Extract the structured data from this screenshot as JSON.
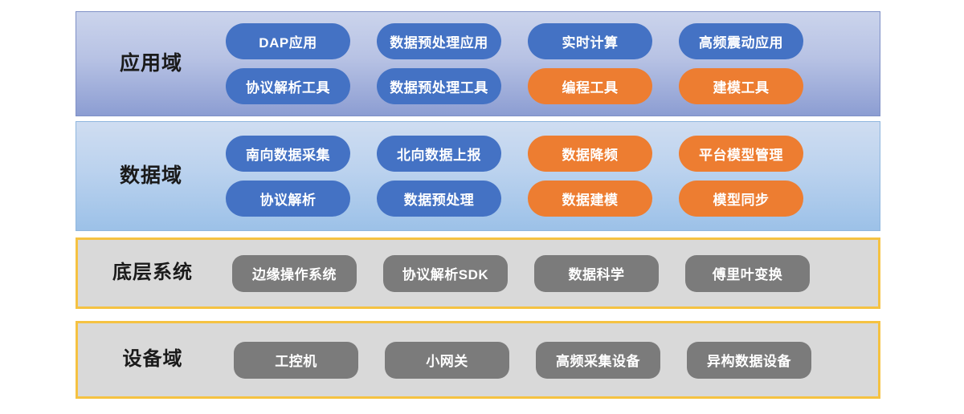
{
  "diagram": {
    "type": "layered-architecture",
    "background": "#FFFFFF",
    "colors": {
      "pill_blue": "#4472C4",
      "pill_orange": "#ED7D31",
      "pill_gray": "#7B7B7B",
      "band_app_top": "#CBD4EC",
      "band_app_bottom": "#8C9DD2",
      "band_data_top": "#CFDDF1",
      "band_data_bottom": "#9CC1E8",
      "band_gray_fill": "#D9D9D9",
      "band_gold_border": "#F5C242",
      "title_text": "#1A1A1A",
      "pill_text": "#FFFFFF"
    },
    "bands": [
      {
        "id": "application-domain",
        "title": "应用域",
        "rows": [
          [
            {
              "label": "DAP应用",
              "style": "blue"
            },
            {
              "label": "数据预处理应用",
              "style": "blue"
            },
            {
              "label": "实时计算",
              "style": "blue"
            },
            {
              "label": "高频震动应用",
              "style": "blue"
            }
          ],
          [
            {
              "label": "协议解析工具",
              "style": "blue"
            },
            {
              "label": "数据预处理工具",
              "style": "blue"
            },
            {
              "label": "编程工具",
              "style": "orange"
            },
            {
              "label": "建模工具",
              "style": "orange"
            }
          ]
        ]
      },
      {
        "id": "data-domain",
        "title": "数据域",
        "rows": [
          [
            {
              "label": "南向数据采集",
              "style": "blue"
            },
            {
              "label": "北向数据上报",
              "style": "blue"
            },
            {
              "label": "数据降频",
              "style": "orange"
            },
            {
              "label": "平台模型管理",
              "style": "orange"
            }
          ],
          [
            {
              "label": "协议解析",
              "style": "blue"
            },
            {
              "label": "数据预处理",
              "style": "blue"
            },
            {
              "label": "数据建模",
              "style": "orange"
            },
            {
              "label": "模型同步",
              "style": "orange"
            }
          ]
        ]
      },
      {
        "id": "base-system",
        "title": "底层系统",
        "rows": [
          [
            {
              "label": "边缘操作系统",
              "style": "gray"
            },
            {
              "label": "协议解析SDK",
              "style": "gray"
            },
            {
              "label": "数据科学",
              "style": "gray"
            },
            {
              "label": "傅里叶变换",
              "style": "gray"
            }
          ]
        ]
      },
      {
        "id": "device-domain",
        "title": "设备域",
        "rows": [
          [
            {
              "label": "工控机",
              "style": "gray"
            },
            {
              "label": "小网关",
              "style": "gray"
            },
            {
              "label": "高频采集设备",
              "style": "gray"
            },
            {
              "label": "异构数据设备",
              "style": "gray"
            }
          ]
        ]
      }
    ]
  }
}
